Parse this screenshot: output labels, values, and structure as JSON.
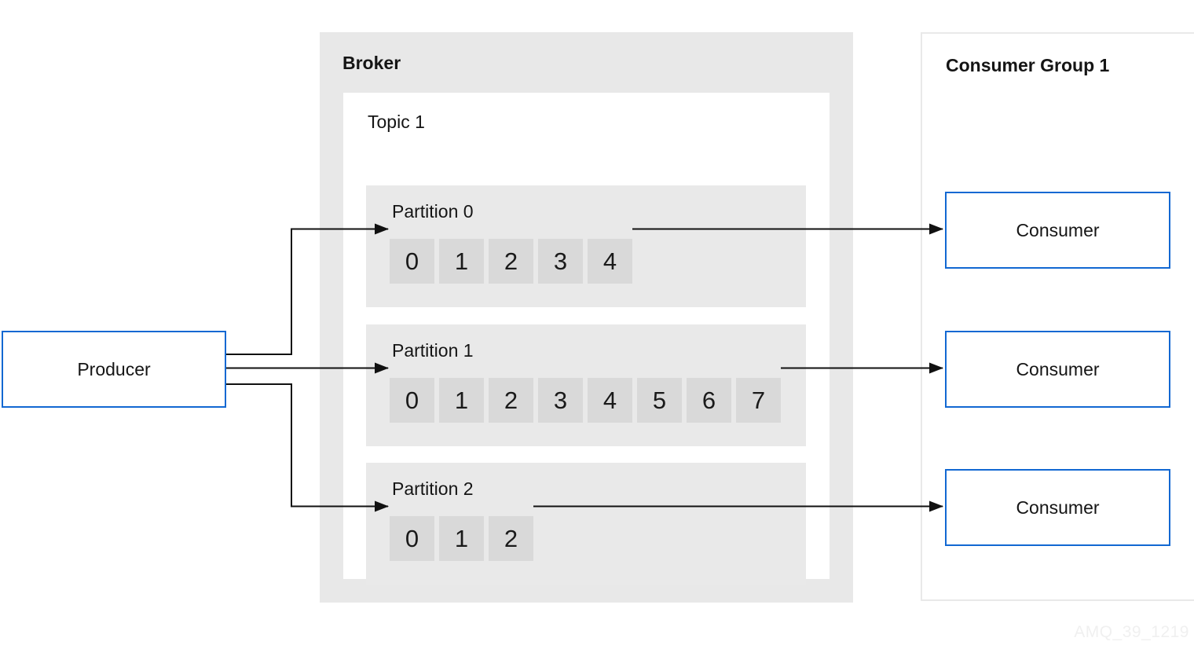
{
  "diagram": {
    "producer": {
      "label": "Producer"
    },
    "broker": {
      "label": "Broker",
      "topic": {
        "label": "Topic 1",
        "partitions": [
          {
            "label": "Partition 0",
            "cells": [
              "0",
              "1",
              "2",
              "3",
              "4"
            ]
          },
          {
            "label": "Partition 1",
            "cells": [
              "0",
              "1",
              "2",
              "3",
              "4",
              "5",
              "6",
              "7"
            ]
          },
          {
            "label": "Partition 2",
            "cells": [
              "0",
              "1",
              "2"
            ]
          }
        ]
      }
    },
    "consumer_group": {
      "label": "Consumer Group 1",
      "consumers": [
        {
          "label": "Consumer"
        },
        {
          "label": "Consumer"
        },
        {
          "label": "Consumer"
        }
      ]
    },
    "watermark": "AMQ_39_1219",
    "colors": {
      "accent_blue": "#1268d2",
      "broker_background": "#e8e8e8",
      "partition_background": "#e9e9e9",
      "cell_background": "#d9d9d9",
      "arrow_black": "#111111",
      "text": "#151515",
      "watermark_gray": "#f0f0f0"
    }
  }
}
